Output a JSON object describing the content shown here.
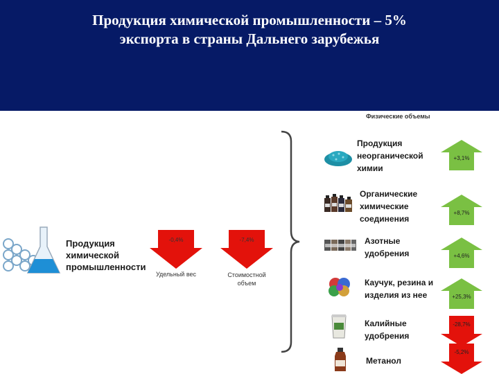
{
  "title": {
    "line1": "Продукция химической промышленности – 5%",
    "line2": "экспорта в страны Дальнего зарубежья"
  },
  "physical_volumes_label": "Физические объемы",
  "main_product": {
    "lines": [
      "Продукция",
      "химической",
      "промышленности"
    ]
  },
  "big_arrows": [
    {
      "value": "-0,4%",
      "caption": [
        "Удельный вес"
      ],
      "color": "#e3120b"
    },
    {
      "value": "-7,4%",
      "caption": [
        "Стоимостной",
        "объем"
      ],
      "color": "#e3120b"
    }
  ],
  "products": [
    {
      "lines": [
        "Продукция",
        "неорганической",
        "химии"
      ],
      "change": "+3,1%",
      "direction": "up",
      "icon": "granules-icon"
    },
    {
      "lines": [
        "Органические",
        "химические",
        "соединения"
      ],
      "change": "+8,7%",
      "direction": "up",
      "icon": "bottles-icon"
    },
    {
      "lines": [
        "Азотные",
        "удобрения"
      ],
      "change": "+4,6%",
      "direction": "up",
      "icon": "fertilizer-jars-icon"
    },
    {
      "lines": [
        "Каучук, резина и",
        "изделия из нее"
      ],
      "change": "+25,3%",
      "direction": "up",
      "icon": "rubber-icon"
    },
    {
      "lines": [
        "Калийные",
        "удобрения"
      ],
      "change": "-28,7%",
      "direction": "down",
      "icon": "fertilizer-bag-icon"
    },
    {
      "lines": [
        "Метанол"
      ],
      "change": "-5,2%",
      "direction": "down",
      "icon": "methanol-bottle-icon"
    }
  ],
  "colors": {
    "header_bg": "#061a66",
    "up_arrow": "#7ac043",
    "down_arrow": "#e3120b"
  }
}
